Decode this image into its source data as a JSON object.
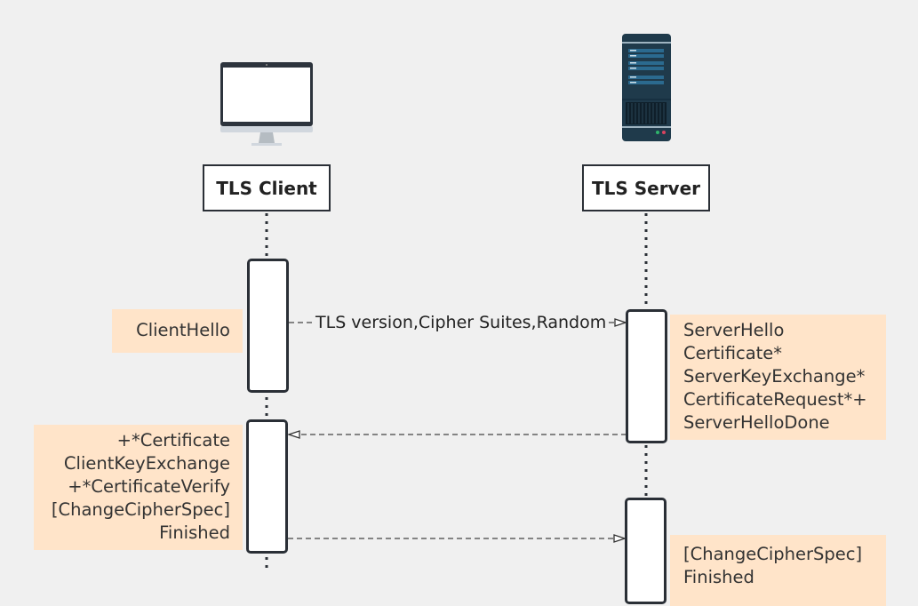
{
  "participants": [
    {
      "label": "TLS Client",
      "icon": "desktop-monitor-icon"
    },
    {
      "label": "TLS Server",
      "icon": "server-rack-icon"
    }
  ],
  "messages": [
    {
      "from": "TLS Client",
      "to": "TLS Server",
      "label": "TLS version,Cipher Suites,Random",
      "style": "dashed"
    },
    {
      "from": "TLS Server",
      "to": "TLS Client",
      "label": "",
      "style": "dashed"
    },
    {
      "from": "TLS Client",
      "to": "TLS Server",
      "label": "",
      "style": "dashed"
    }
  ],
  "notes": {
    "client_hello": [
      "ClientHello"
    ],
    "server_hello": [
      "ServerHello",
      "Certificate*",
      "ServerKeyExchange*",
      "CertificateRequest*+",
      "ServerHelloDone"
    ],
    "client_finish": [
      "+*Certificate",
      "ClientKeyExchange",
      "+*CertificateVerify",
      "[ChangeCipherSpec]",
      "Finished"
    ],
    "server_finish": [
      "[ChangeCipherSpec]",
      "Finished"
    ]
  },
  "colors": {
    "note_bg": "#ffe4c9",
    "line": "#2a2f36",
    "background": "#f0f0f0"
  }
}
